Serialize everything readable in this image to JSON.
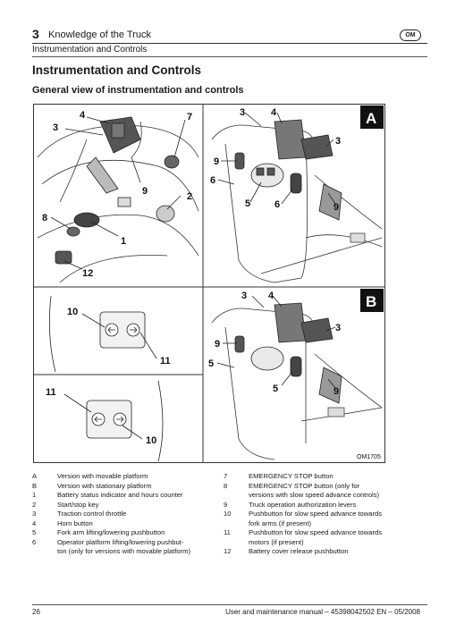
{
  "header": {
    "chapter_number": "3",
    "chapter_title": "Knowledge of the Truck",
    "section": "Instrumentation and Controls",
    "logo_text": "OM"
  },
  "title": "Instrumentation and Controls",
  "subtitle": "General view of instrumentation and controls",
  "figure": {
    "panel_a_label": "A",
    "panel_b_label": "B",
    "figure_code": "OM1705",
    "callouts": [
      "1",
      "2",
      "3",
      "4",
      "5",
      "6",
      "7",
      "8",
      "9",
      "10",
      "11",
      "12"
    ]
  },
  "legend": {
    "left": [
      {
        "key": "A",
        "text": "Version with movable platform"
      },
      {
        "key": "B",
        "text": "Version with stationary platform"
      },
      {
        "key": "1",
        "text": "Battery status indicator and hours counter"
      },
      {
        "key": "2",
        "text": "Start/stop key"
      },
      {
        "key": "3",
        "text": "Traction control throttle"
      },
      {
        "key": "4",
        "text": "Horn button"
      },
      {
        "key": "5",
        "text": "Fork arm lifting/lowering pushbutton"
      },
      {
        "key": "6",
        "text": "Operator platform lifting/lowering pushbut-"
      },
      {
        "key": "",
        "text": "ton (only for versions with movable platform)"
      }
    ],
    "right": [
      {
        "key": "7",
        "text": "EMERGENCY STOP button"
      },
      {
        "key": "8",
        "text": "EMERGENCY STOP button (only for"
      },
      {
        "key": "",
        "text": "versions with slow speed advance controls)"
      },
      {
        "key": "9",
        "text": "Truck operation authorization levers"
      },
      {
        "key": "10",
        "text": "Pushbutton for slow speed advance towards"
      },
      {
        "key": "",
        "text": "fork arms (if present)"
      },
      {
        "key": "11",
        "text": "Pushbutton for slow speed advance towards"
      },
      {
        "key": "",
        "text": "motors (if present)"
      },
      {
        "key": "12",
        "text": "Battery cover release pushbutton"
      }
    ]
  },
  "footer": {
    "page_number": "26",
    "text": "User and maintenance manual – 45398042502 EN – 05/2008"
  }
}
